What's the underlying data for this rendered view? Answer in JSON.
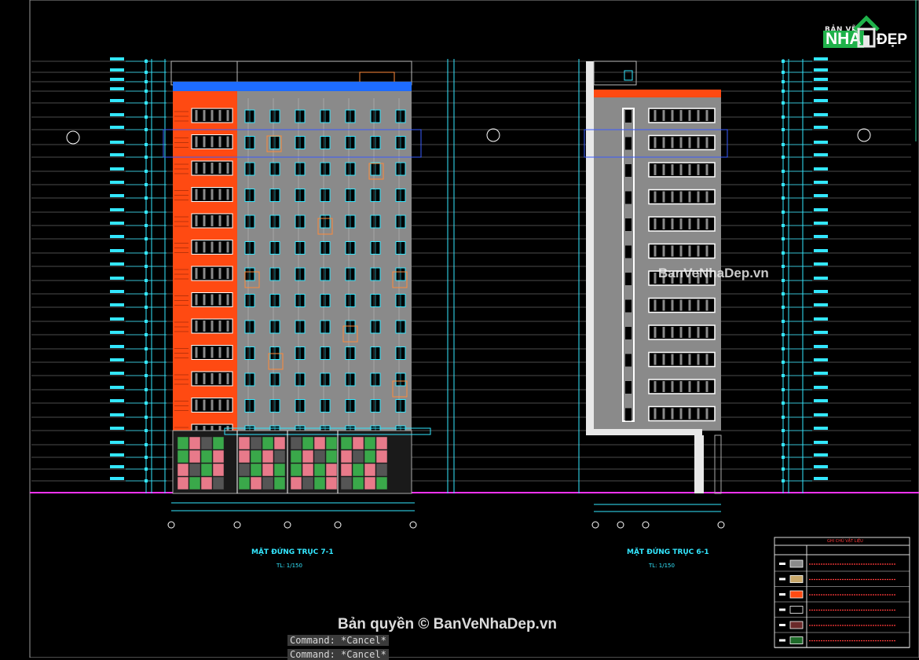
{
  "logo": {
    "top_text": "BẢN VẼ",
    "left_text": "NHÀ",
    "right_text": "ĐẸP"
  },
  "watermark": "BanVeNhaDep.vn",
  "copyright": "Bản quyền © BanVeNhaDep.vn",
  "command_lines": [
    "Command: *Cancel*",
    "Command: *Cancel*"
  ],
  "drawings": [
    {
      "title": "MẶT ĐỨNG TRỤC 7-1",
      "scale": "TL: 1/150"
    },
    {
      "title": "MẶT ĐỨNG TRỤC 6-1",
      "scale": "TL: 1/150"
    }
  ],
  "legend": {
    "title": "GHI CHÚ VẬT LIỆU",
    "rows": 6
  },
  "colors": {
    "background": "#000000",
    "dim_line": "#33e7ff",
    "facade_gray": "#8a8a8a",
    "brick_orange": "#ff4a12",
    "roof_blue": "#1e6cff",
    "ground_line": "#ff33ff",
    "tile_green": "#3aa84a",
    "tile_pink": "#e87a8a"
  },
  "floor_count": 13
}
